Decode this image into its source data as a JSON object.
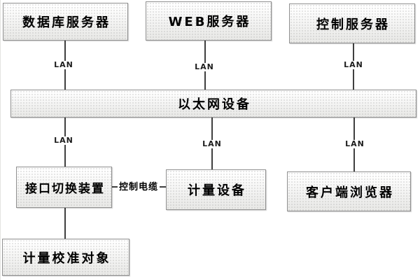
{
  "diagram": {
    "title_implicit": "",
    "nodes": {
      "db_server": "数据库服务器",
      "web_server": "WEB服务器",
      "control_server": "控制服务器",
      "ethernet": "以太网设备",
      "interface_switch": "接口切换装置",
      "metering_device": "计量设备",
      "client_browser": "客户端浏览器",
      "calibration_object": "计量校准对象"
    },
    "labels": {
      "lan": "LAN",
      "control_cable": "控制电缆"
    },
    "colors": {
      "background": "#ffffff",
      "box_border": "#8f8f8f",
      "box_fill_top": "#ffffff",
      "box_fill_bottom": "#eaeae8",
      "connector_line": "#3f3f3f",
      "text": "#000000"
    }
  }
}
